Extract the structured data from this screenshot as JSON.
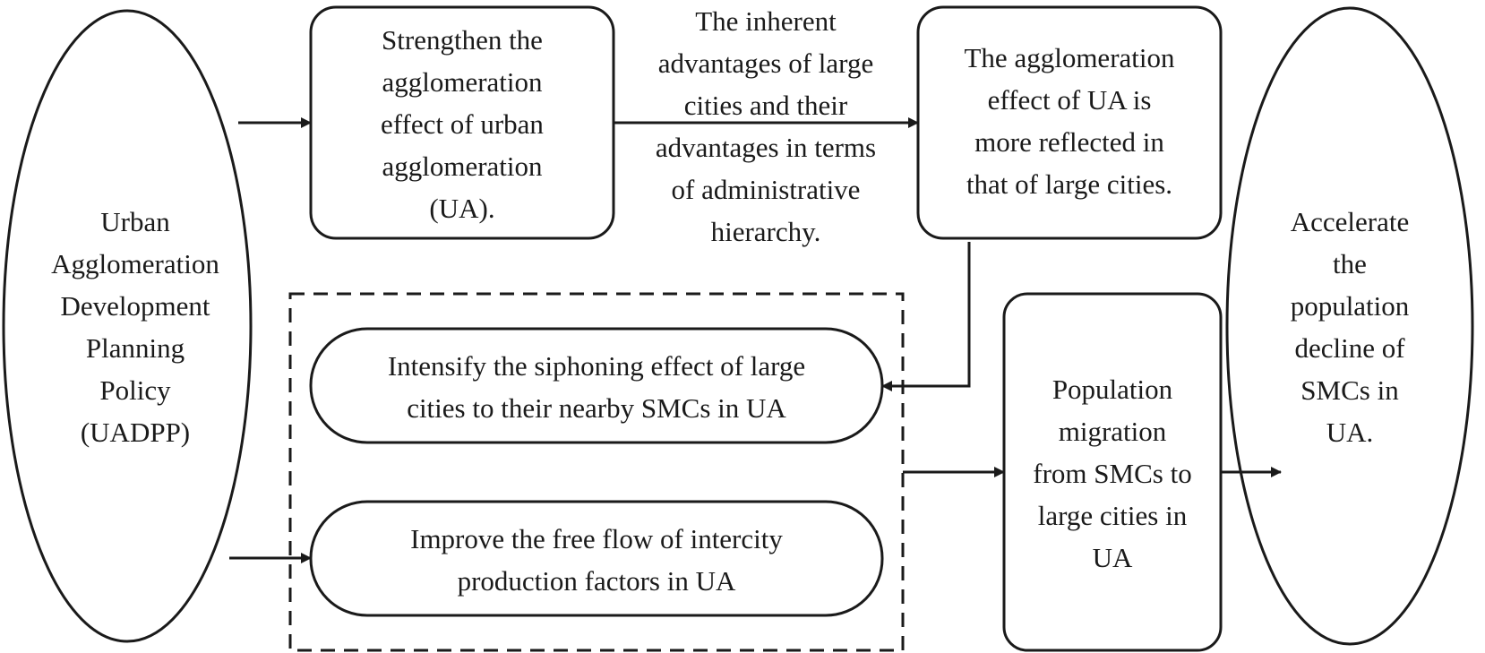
{
  "nodes": {
    "uadpp_policy": "Urban\nAgglomeration\nDevelopment\nPlanning\nPolicy\n(UADPP)",
    "strengthen_ua": "Strengthen the\nagglomeration\neffect of urban\nagglomeration\n(UA).",
    "inherent_advantages": "The inherent\nadvantages of large\ncities and their\nadvantages in terms\nof administrative\nhierarchy.",
    "ua_effect_large": "The agglomeration\neffect of UA is\nmore reflected in\nthat of large cities.",
    "intensify_siphoning": "Intensify the siphoning effect of large\ncities to their nearby SMCs in UA",
    "improve_free_flow": "Improve the free flow of intercity\nproduction factors in UA",
    "population_migration": "Population\nmigration\nfrom SMCs to\nlarge cities in\nUA",
    "accelerate_decline": "Accelerate\nthe\npopulation\ndecline of\nSMCs in\nUA."
  }
}
